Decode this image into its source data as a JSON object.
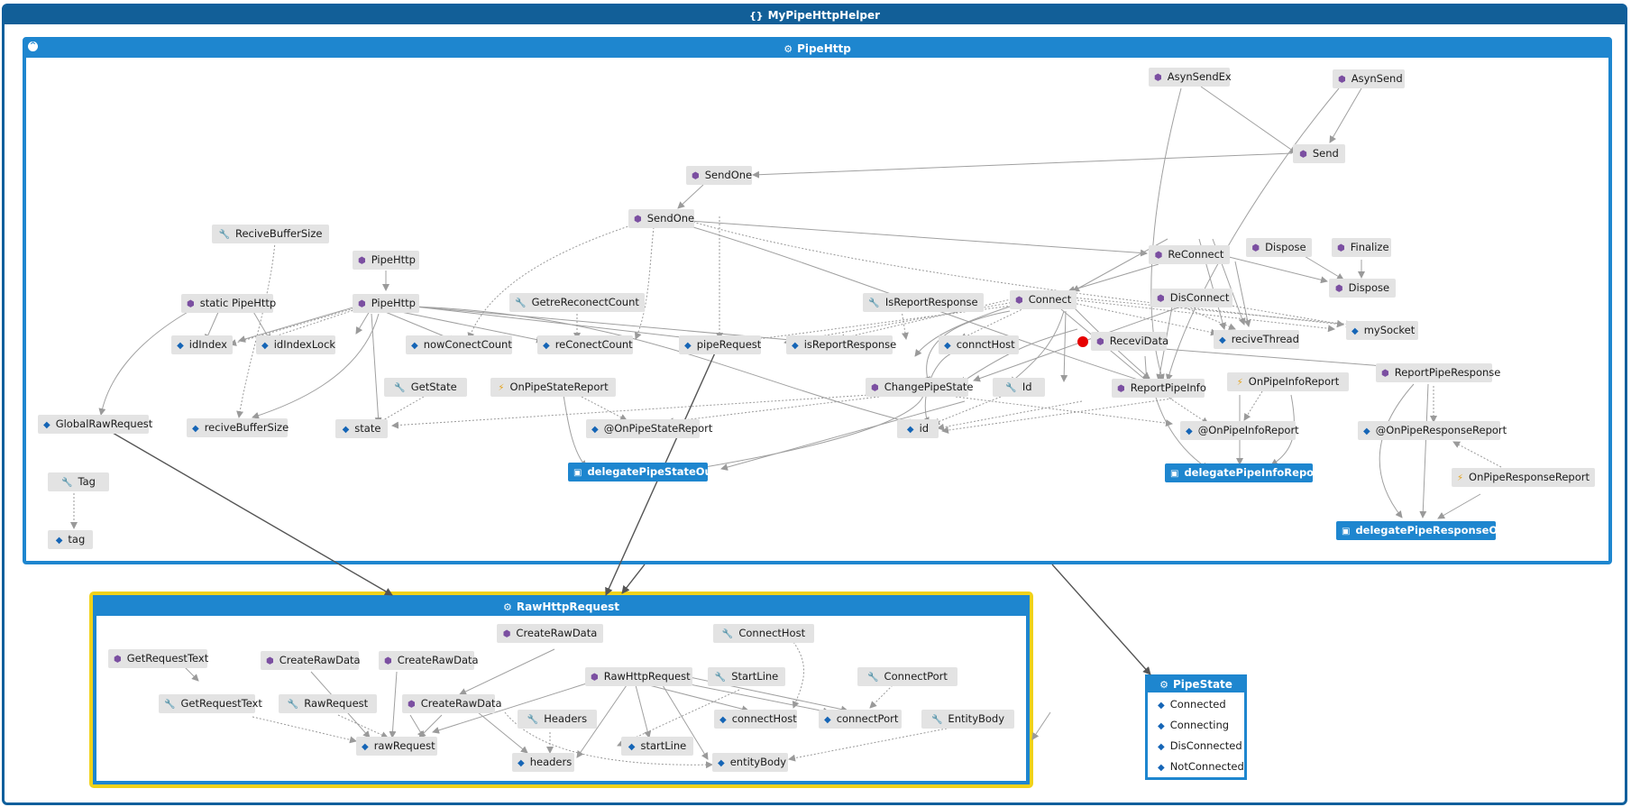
{
  "diagram": {
    "namespace": {
      "title": "MyPipeHttpHelper",
      "icon": "namespace-icon"
    },
    "pipehttp_class": {
      "title": "PipeHttp",
      "icon": "class-icon"
    },
    "rawhttp_class": {
      "title": "RawHttpRequest",
      "icon": "class-icon"
    },
    "pipestate_enum": {
      "title": "PipeState",
      "icon": "enum-icon",
      "values": [
        "Connected",
        "Connecting",
        "DisConnected",
        "NotConnected"
      ]
    }
  },
  "nodes": {
    "asynsendex": {
      "label": "AsynSendEx",
      "kind": "method"
    },
    "asynsend": {
      "label": "AsynSend",
      "kind": "method"
    },
    "send": {
      "label": "Send",
      "kind": "method"
    },
    "sendone1": {
      "label": "SendOne",
      "kind": "method"
    },
    "sendone2": {
      "label": "SendOne",
      "kind": "method"
    },
    "recivebuffersize_prop": {
      "label": "ReciveBufferSize",
      "kind": "property"
    },
    "pipehttp_ctor1": {
      "label": "PipeHttp",
      "kind": "method"
    },
    "pipehttp_ctor2": {
      "label": "PipeHttp",
      "kind": "method"
    },
    "static_pipehttp": {
      "label": "static PipeHttp",
      "kind": "method"
    },
    "getreconectcount": {
      "label": "GetreReconectCount",
      "kind": "property"
    },
    "isreportresponse_prop": {
      "label": "IsReportResponse",
      "kind": "property"
    },
    "reconnect": {
      "label": "ReConnect",
      "kind": "method"
    },
    "dispose1": {
      "label": "Dispose",
      "kind": "method"
    },
    "finalize": {
      "label": "Finalize",
      "kind": "method"
    },
    "dispose2": {
      "label": "Dispose",
      "kind": "method"
    },
    "connect": {
      "label": "Connect",
      "kind": "method"
    },
    "disconnect": {
      "label": "DisConnect",
      "kind": "method"
    },
    "idindex": {
      "label": "idIndex",
      "kind": "field"
    },
    "idindexlock": {
      "label": "idIndexLock",
      "kind": "field"
    },
    "nowconectcount": {
      "label": "nowConectCount",
      "kind": "field"
    },
    "reconectcount": {
      "label": "reConectCount",
      "kind": "field"
    },
    "piperequest": {
      "label": "pipeRequest",
      "kind": "field"
    },
    "isreportresponse": {
      "label": "isReportResponse",
      "kind": "field"
    },
    "connecthost_f": {
      "label": "connctHost",
      "kind": "field"
    },
    "recivedata": {
      "label": "ReceviData",
      "kind": "method"
    },
    "recivethread": {
      "label": "reciveThread",
      "kind": "field"
    },
    "mysocket": {
      "label": "mySocket",
      "kind": "field"
    },
    "reportpiperesponse": {
      "label": "ReportPipeResponse",
      "kind": "method"
    },
    "getstate": {
      "label": "GetState",
      "kind": "property"
    },
    "onpipestatereport": {
      "label": "OnPipeStateReport",
      "kind": "event"
    },
    "changepipestate": {
      "label": "ChangePipeState",
      "kind": "method"
    },
    "id_prop": {
      "label": "Id",
      "kind": "property"
    },
    "reportpipeinfo": {
      "label": "ReportPipeInfo",
      "kind": "method"
    },
    "onpipeinforeport": {
      "label": "OnPipeInfoReport",
      "kind": "event"
    },
    "globalrawrequest": {
      "label": "GlobalRawRequest",
      "kind": "field"
    },
    "recivebuffersize": {
      "label": "reciveBufferSize",
      "kind": "field"
    },
    "state": {
      "label": "state",
      "kind": "field"
    },
    "at_onpipestatereport": {
      "label": "@OnPipeStateReport",
      "kind": "field"
    },
    "id": {
      "label": "id",
      "kind": "field"
    },
    "at_onpipeinforeport": {
      "label": "@OnPipeInfoReport",
      "kind": "field"
    },
    "at_onpiperesponsereport": {
      "label": "@OnPipeResponseReport",
      "kind": "field"
    },
    "delegatepipestateout": {
      "label": "delegatePipeStateOut",
      "kind": "delegate"
    },
    "delegatepipeinforeport": {
      "label": "delegatePipeInfoReport",
      "kind": "delegate"
    },
    "onpiperesponsereport": {
      "label": "OnPipeResponseReport",
      "kind": "event"
    },
    "delegatepiperesponseout": {
      "label": "delegatePipeResponseOut",
      "kind": "delegate"
    },
    "tag_prop": {
      "label": "Tag",
      "kind": "property"
    },
    "tag": {
      "label": "tag",
      "kind": "field"
    },
    "getrequesttext1": {
      "label": "GetRequestText",
      "kind": "method"
    },
    "getrequesttext2": {
      "label": "GetRequestText",
      "kind": "property"
    },
    "createrawdata1": {
      "label": "CreateRawData",
      "kind": "method"
    },
    "createrawdata2": {
      "label": "CreateRawData",
      "kind": "method"
    },
    "createrawdata3": {
      "label": "CreateRawData",
      "kind": "method"
    },
    "createrawdata4": {
      "label": "CreateRawData",
      "kind": "method"
    },
    "connecthost_prop": {
      "label": "ConnectHost",
      "kind": "property"
    },
    "rawhttprequest_ctor": {
      "label": "RawHttpRequest",
      "kind": "method"
    },
    "startline_prop": {
      "label": "StartLine",
      "kind": "property"
    },
    "connectport_prop": {
      "label": "ConnectPort",
      "kind": "property"
    },
    "rawrequest_prop": {
      "label": "RawRequest",
      "kind": "property"
    },
    "headers_prop": {
      "label": "Headers",
      "kind": "property"
    },
    "connecthost": {
      "label": "connectHost",
      "kind": "field"
    },
    "connectport": {
      "label": "connectPort",
      "kind": "field"
    },
    "entitybody_prop": {
      "label": "EntityBody",
      "kind": "property"
    },
    "rawrequest": {
      "label": "rawRequest",
      "kind": "field"
    },
    "startline": {
      "label": "startLine",
      "kind": "field"
    },
    "headers": {
      "label": "headers",
      "kind": "field"
    },
    "entitybody": {
      "label": "entityBody",
      "kind": "field"
    }
  },
  "colors": {
    "namespace_header": "#125f98",
    "class_header": "#1e86cf",
    "highlight_border": "#f1d21a",
    "node_bg": "#e3e3e3",
    "edge": "#9a9a9a",
    "breakpoint": "#e60000"
  },
  "icons": {
    "method": "method-cube-icon",
    "property": "wrench-icon",
    "field": "field-icon",
    "event": "lightning-icon",
    "delegate": "delegate-icon",
    "enum_value": "enum-value-icon"
  }
}
